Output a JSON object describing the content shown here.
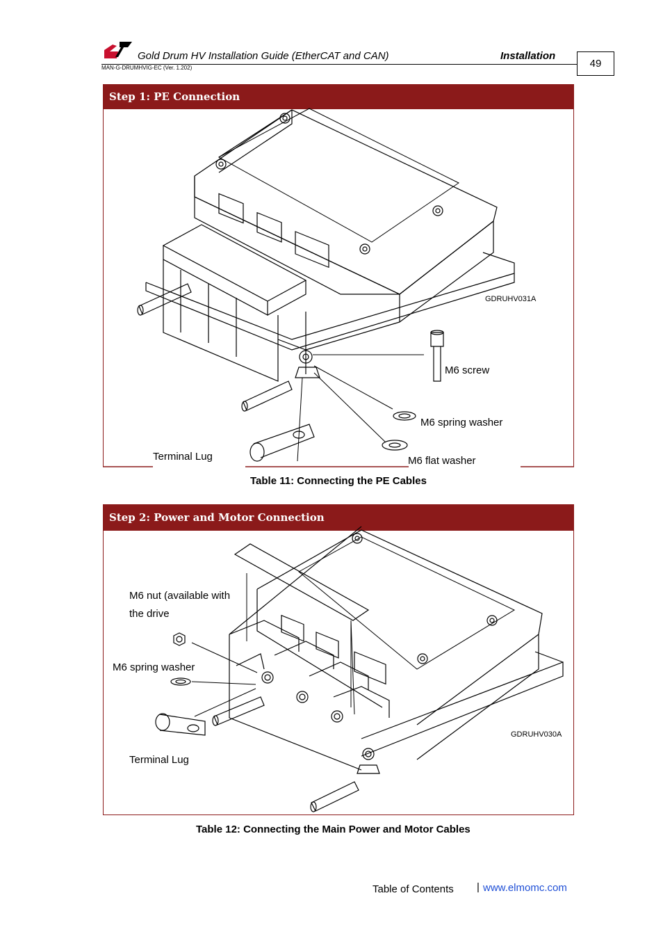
{
  "header": {
    "doc_title": "Gold Drum HV Installation Guide (EtherCAT and CAN)",
    "section": "Installation",
    "doc_version": "MAN-G-DRUMHVIG-EC (Ver. 1.202)",
    "page_number": "49"
  },
  "step1": {
    "title": "Step 1: PE Connection",
    "drawing_code": "GDRUHV031A",
    "labels": {
      "screw": "M6 screw",
      "spring_washer": "M6 spring washer",
      "flat_washer": "M6 flat washer",
      "lug": "Terminal Lug"
    },
    "caption": "Table 11: Connecting the PE Cables"
  },
  "step2": {
    "title": "Step 2: Power and Motor Connection",
    "drawing_code": "GDRUHV030A",
    "labels": {
      "nut_line1": "M6 nut (available with",
      "nut_line2": "the drive",
      "spring_washer": "M6 spring washer",
      "lug": "Terminal Lug"
    },
    "caption": "Table 12: Connecting the Main Power and Motor Cables"
  },
  "footer": {
    "toc": "Table of Contents",
    "separator": "|",
    "url": "www.elmomc.com"
  },
  "colors": {
    "step_bar": "#8b1a1a",
    "link": "#1f4fd6"
  }
}
